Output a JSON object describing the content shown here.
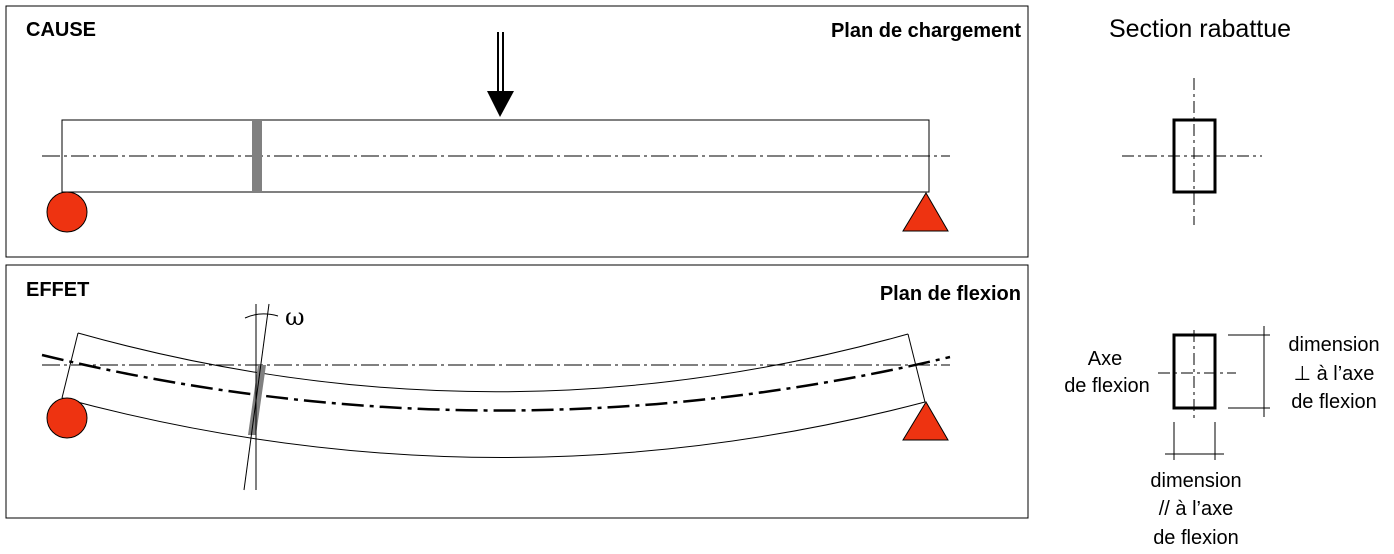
{
  "colors": {
    "support": "#ee3311",
    "line": "#000000",
    "section_mark": "#808080"
  },
  "cause_panel": {
    "label": "CAUSE",
    "plane_label": "Plan de chargement"
  },
  "effect_panel": {
    "label": "EFFET",
    "plane_label": "Plan de flexion",
    "rotation_symbol": "ω"
  },
  "section_panel": {
    "title": "Section rabattue",
    "axis_label_line1": "Axe",
    "axis_label_line2": "de flexion",
    "perp_dimension_line1": "dimension",
    "perp_dimension_line2": "⊥ à l’axe",
    "perp_dimension_line3": "de flexion",
    "parallel_dimension_line1": "dimension",
    "parallel_dimension_line2": "// à l’axe",
    "parallel_dimension_line3": "de flexion"
  },
  "icons": {
    "left_support": "roller-support-icon",
    "right_support": "pin-support-icon",
    "load": "load-arrow-icon"
  }
}
